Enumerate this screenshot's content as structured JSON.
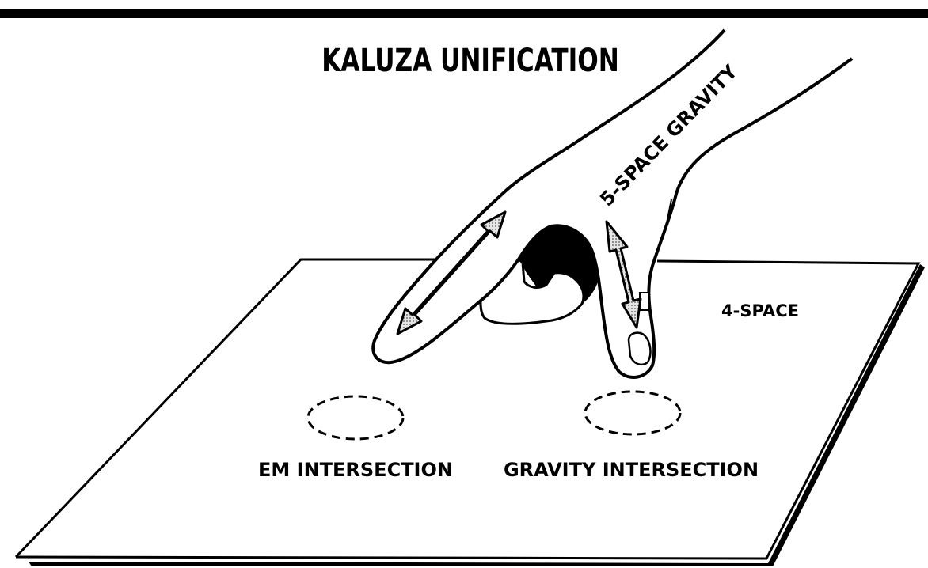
{
  "title": "KALUZA UNIFICATION",
  "labels": {
    "hand": "5-SPACE GRAVITY",
    "plane": "4-SPACE",
    "em_intersection": "EM INTERSECTION",
    "gravity_intersection": "GRAVITY INTERSECTION"
  },
  "colors": {
    "ink": "#000000",
    "paper": "#ffffff",
    "arrow_fill": "#bdbdbd"
  }
}
